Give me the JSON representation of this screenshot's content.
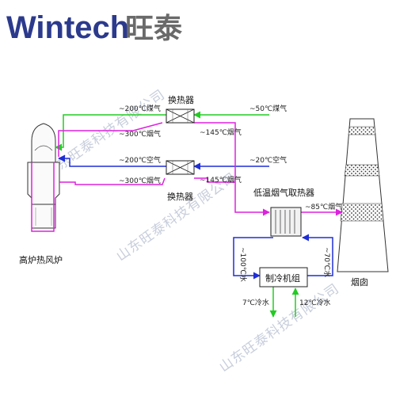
{
  "logo": {
    "latin": "Wintech",
    "cjk": "旺泰",
    "latin_color": "#2b3a8c",
    "cjk_color": "#6a6a6a"
  },
  "watermark": "山东旺泰科技有限公司",
  "colors": {
    "coal_gas": "#22cc22",
    "air": "#1f2fd6",
    "flue_gas": "#dd22dd",
    "water": "#1f2fd6"
  },
  "components": {
    "heat_exchanger_top": "换热器",
    "heat_exchanger_bottom": "换热器",
    "flue_gas_heat_extractor": "低温烟气取热器",
    "refrigeration_unit": "制冷机组",
    "hot_blast_stove": "高炉热风炉",
    "chimney": "烟囱"
  },
  "labels": {
    "gas_in_200": "~200℃煤气",
    "gas_in_50": "~50℃煤气",
    "flue_300_top": "~300℃烟气",
    "flue_145_top": "~145℃烟气",
    "air_200": "~200℃空气",
    "air_20": "~20℃空气",
    "flue_300_bottom": "~300℃烟气",
    "flue_145_bottom": "~145℃烟气",
    "flue_85": "~85℃烟气",
    "water_100": "~100℃水",
    "water_70": "~70℃水",
    "water_7": "7℃冷水",
    "water_12": "12℃冷水"
  }
}
